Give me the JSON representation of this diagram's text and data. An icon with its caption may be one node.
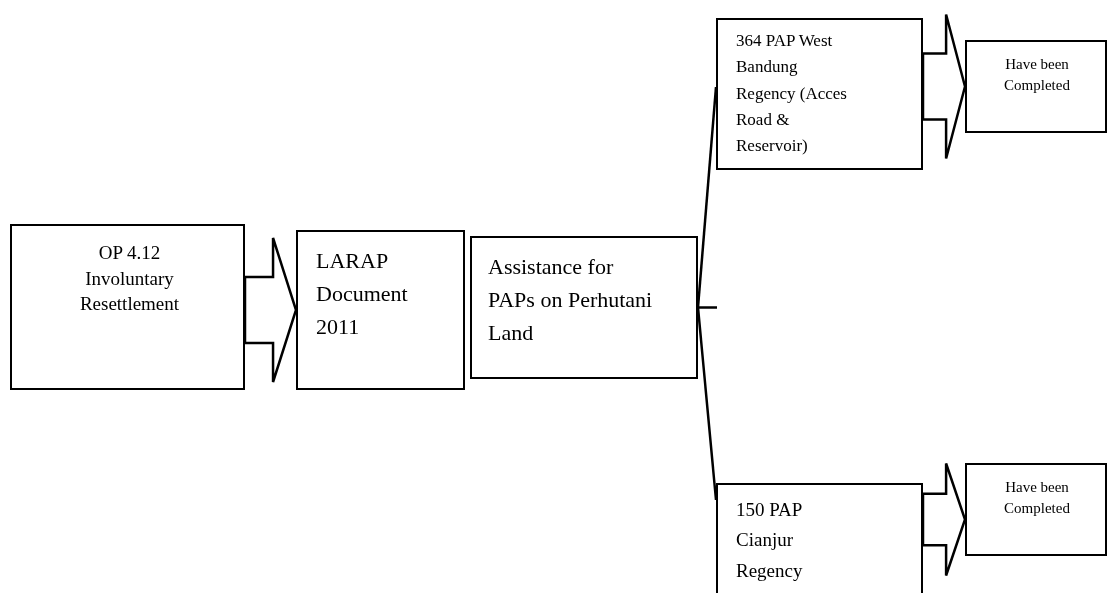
{
  "diagram": {
    "nodes": [
      {
        "text": [
          "OP 4.12 Involuntary Resettlement"
        ]
      },
      {
        "text": [
          "LARAP Document 2011"
        ]
      },
      {
        "text": [
          "Assistance for PAPs on Perhutani Land"
        ]
      },
      {
        "text": [
          "364 PAP West Bandung Regency (Acces Road & Reservoir)"
        ]
      },
      {
        "text": [
          "Have been Completed"
        ]
      },
      {
        "text": [
          "150 PAP Cianjur Regency"
        ]
      },
      {
        "text": [
          "Have been Completed"
        ]
      }
    ],
    "edges": [
      {
        "from": 0,
        "to": 1,
        "arrow": "to"
      },
      {
        "from": 2,
        "to": 3,
        "arrow": "none"
      },
      {
        "from": 2,
        "to": 5,
        "arrow": "none"
      },
      {
        "from": 3,
        "to": 4,
        "arrow": "to"
      },
      {
        "from": 5,
        "to": 6,
        "arrow": "to"
      }
    ]
  }
}
